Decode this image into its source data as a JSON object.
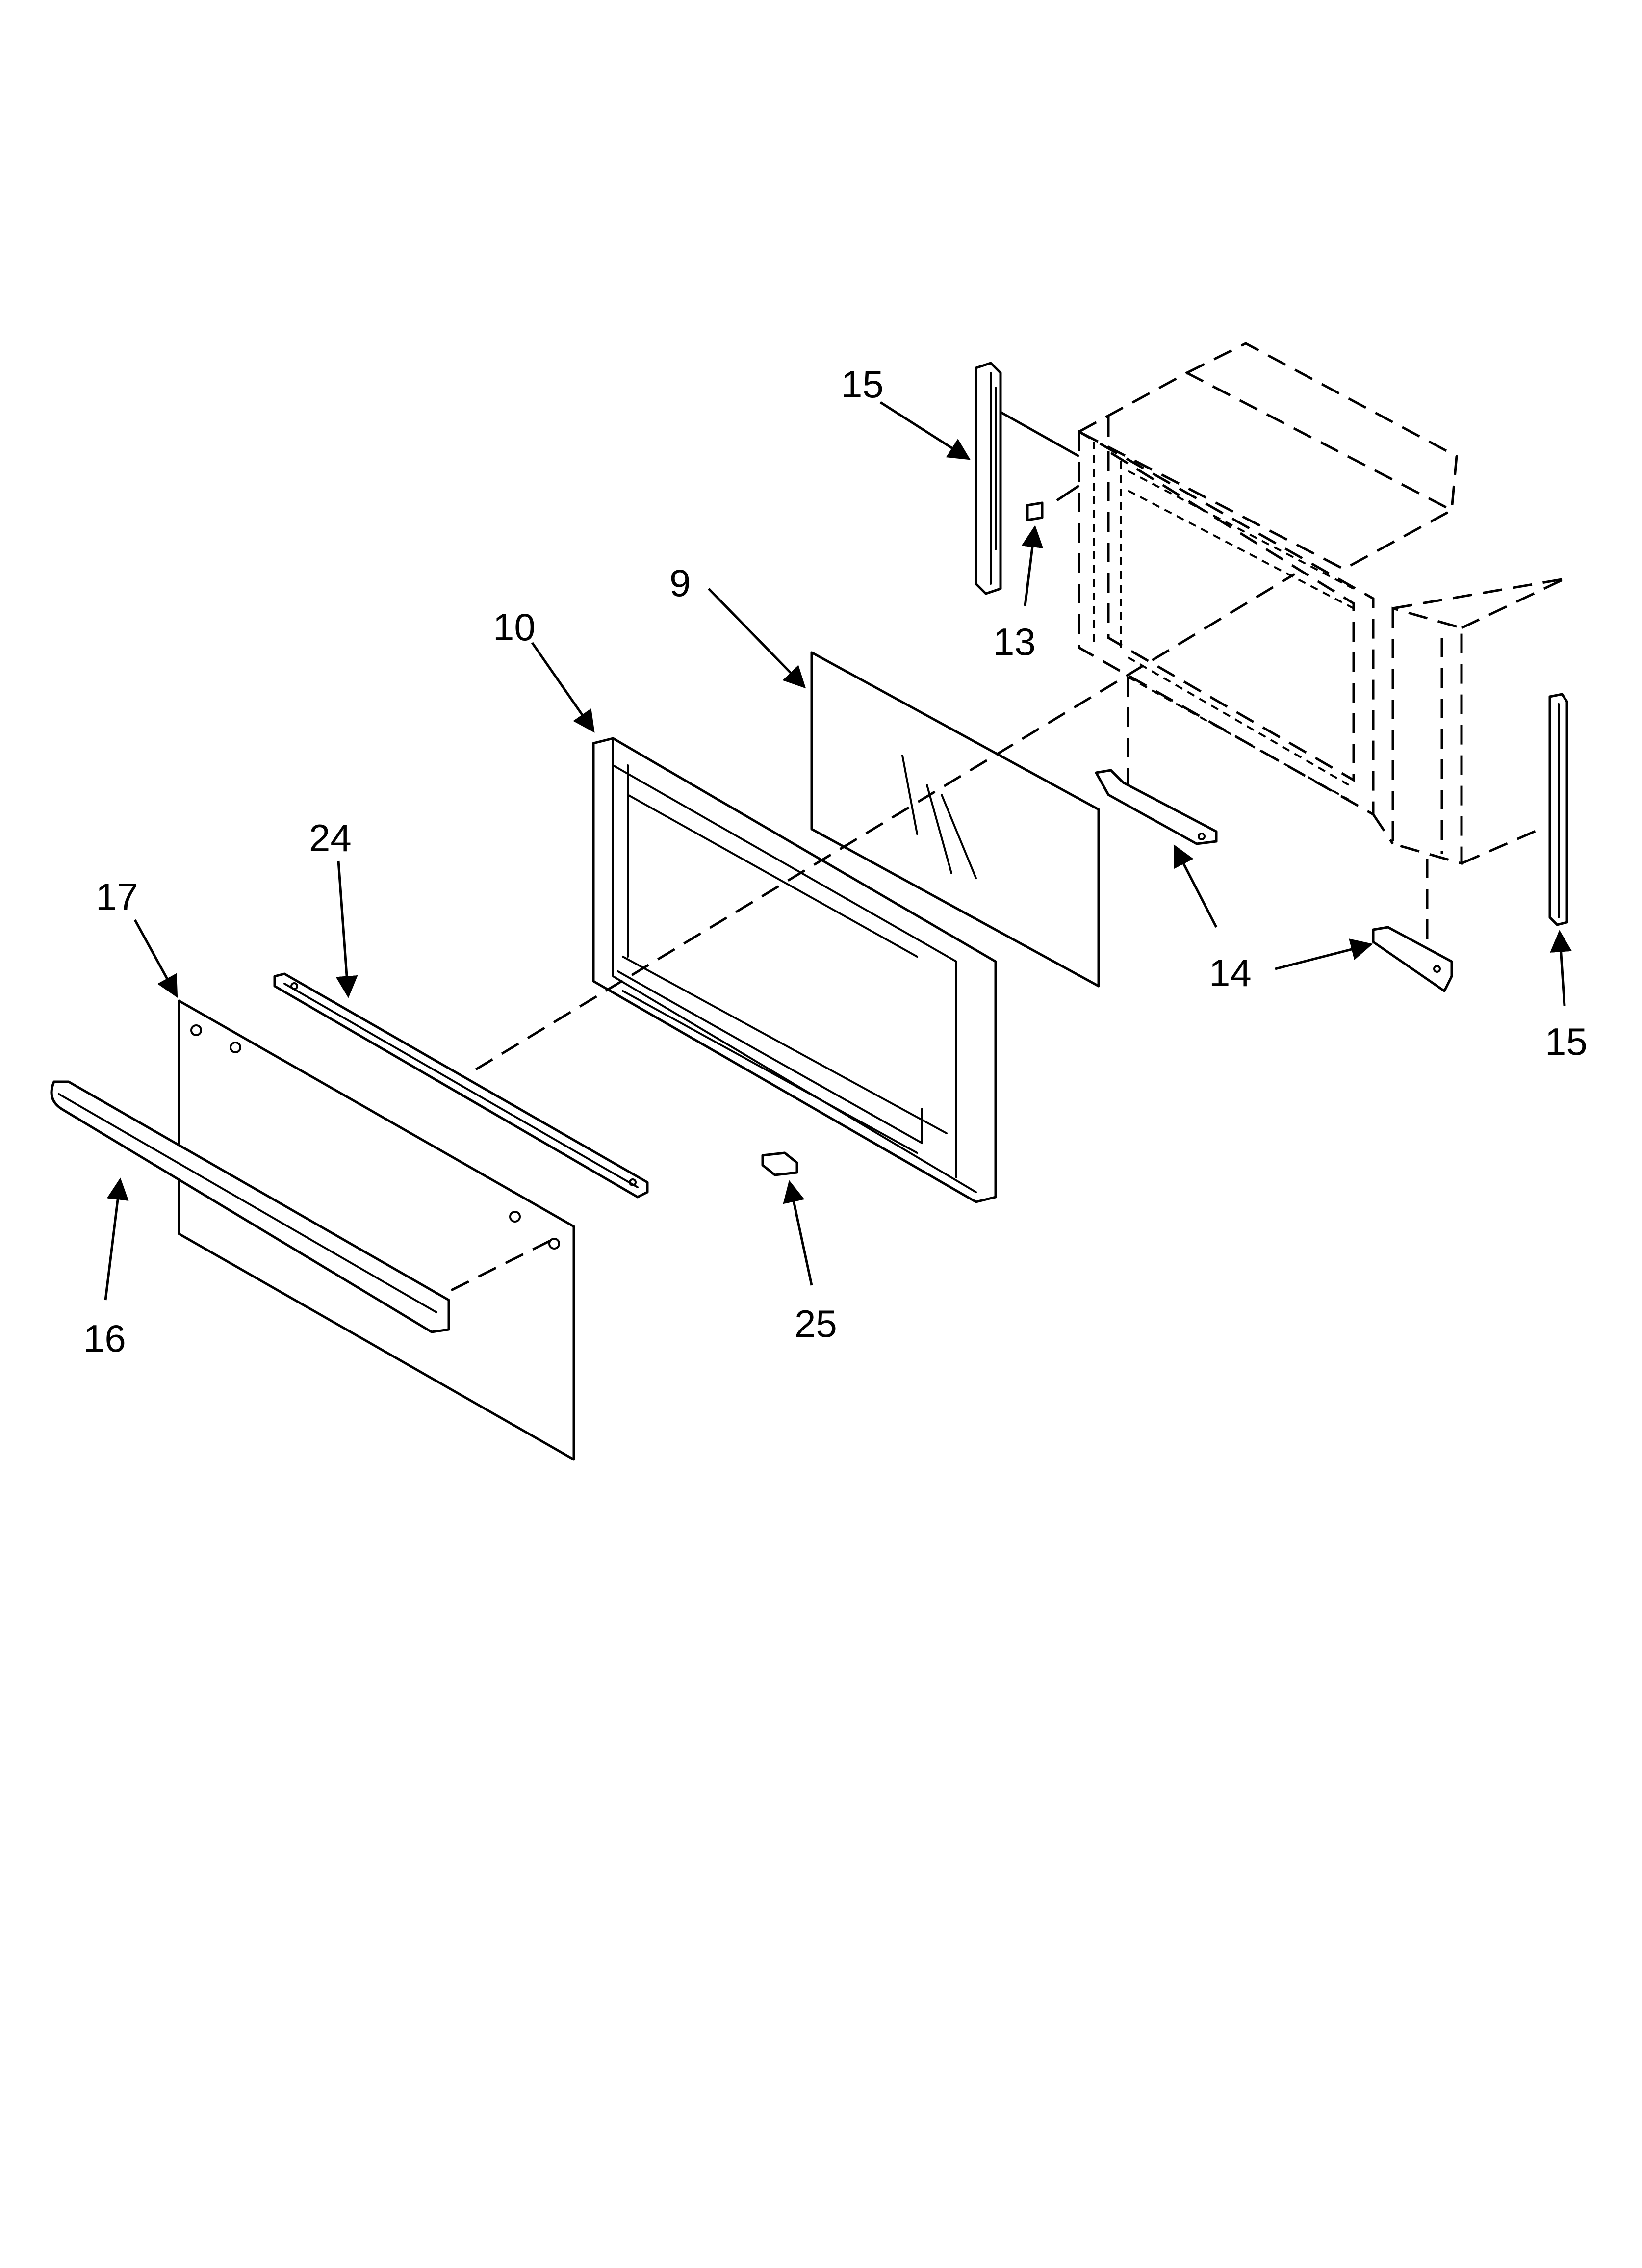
{
  "callouts": {
    "c15_top": "15",
    "c13": "13",
    "c9": "9",
    "c10": "10",
    "c24": "24",
    "c17": "17",
    "c16": "16",
    "c25": "25",
    "c14": "14",
    "c15_right": "15"
  },
  "colors": {
    "line": "#000000",
    "background": "#ffffff"
  }
}
